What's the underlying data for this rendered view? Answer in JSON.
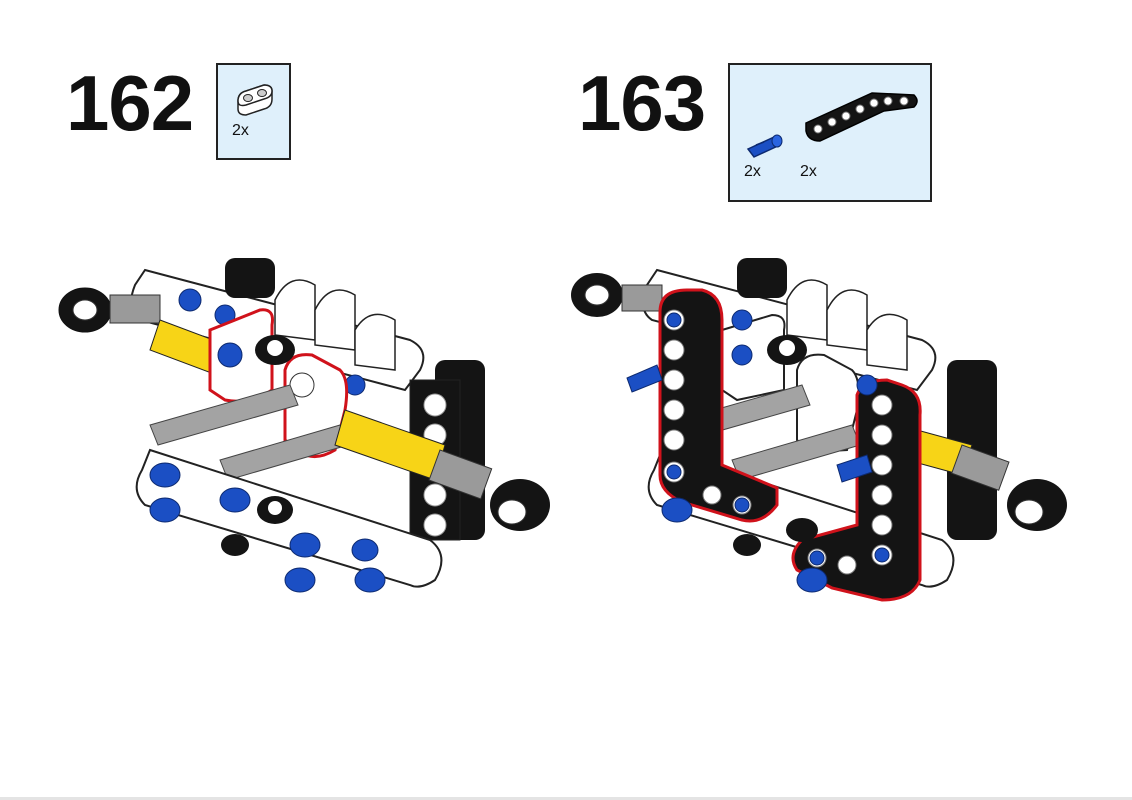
{
  "steps": [
    {
      "number": "162",
      "parts": [
        {
          "icon": "white-connector-icon",
          "quantity": "2x"
        }
      ]
    },
    {
      "number": "163",
      "parts": [
        {
          "icon": "blue-pin-icon",
          "quantity": "2x"
        },
        {
          "icon": "black-l-beam-icon",
          "quantity": "2x"
        }
      ]
    }
  ],
  "colors": {
    "callout_background": "#dff0fb",
    "highlight": "#d0121b",
    "brick_blue": "#1b4fc4",
    "brick_yellow": "#f7d417",
    "brick_black": "#141414",
    "brick_gray": "#a3a3a3"
  }
}
